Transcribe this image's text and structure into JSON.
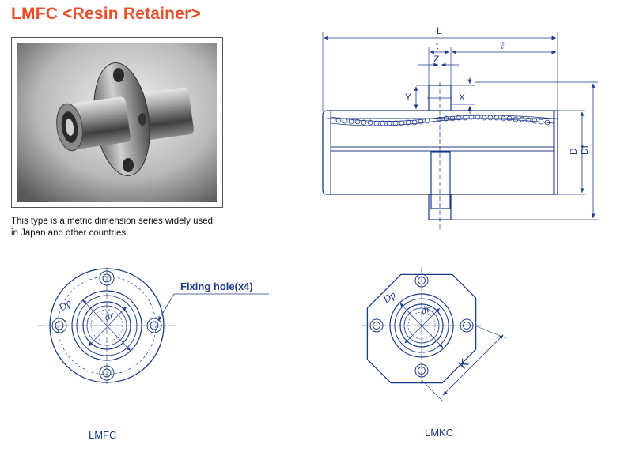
{
  "title": "LMFC <Resin Retainer>",
  "description": "This type is a metric dimension series widely used in Japan and other countries.",
  "description_lines": [
    "This type is a metric dimension series widely used",
    "in Japan and other countries."
  ],
  "side_view": {
    "dimensions": {
      "L": "L",
      "t": "t",
      "l": "ℓ",
      "Z": "Z",
      "Y": "Y",
      "X": "X",
      "D": "D",
      "Df": "Df"
    }
  },
  "front_round": {
    "label": "LMFC",
    "callout": "Fixing hole(x4)",
    "dp": "Dp",
    "dr": "dr"
  },
  "front_square": {
    "label": "LMKC",
    "dp": "Dp",
    "dr": "dr",
    "k": "K"
  },
  "colors": {
    "title": "#e8502b",
    "line": "#1c3a8a"
  }
}
